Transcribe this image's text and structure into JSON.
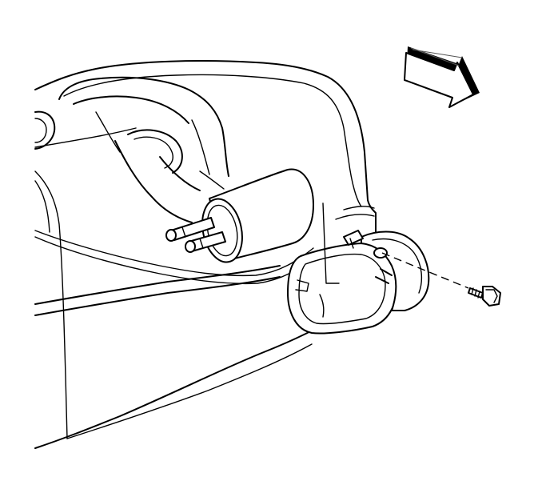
{
  "diagram": {
    "parts": [
      {
        "name": "fuel-tank"
      },
      {
        "name": "fuel-filter"
      },
      {
        "name": "filter-bracket"
      },
      {
        "name": "mounting-bolt"
      },
      {
        "name": "direction-arrow"
      }
    ],
    "colors": {
      "line": "#000000",
      "background": "#ffffff"
    }
  }
}
